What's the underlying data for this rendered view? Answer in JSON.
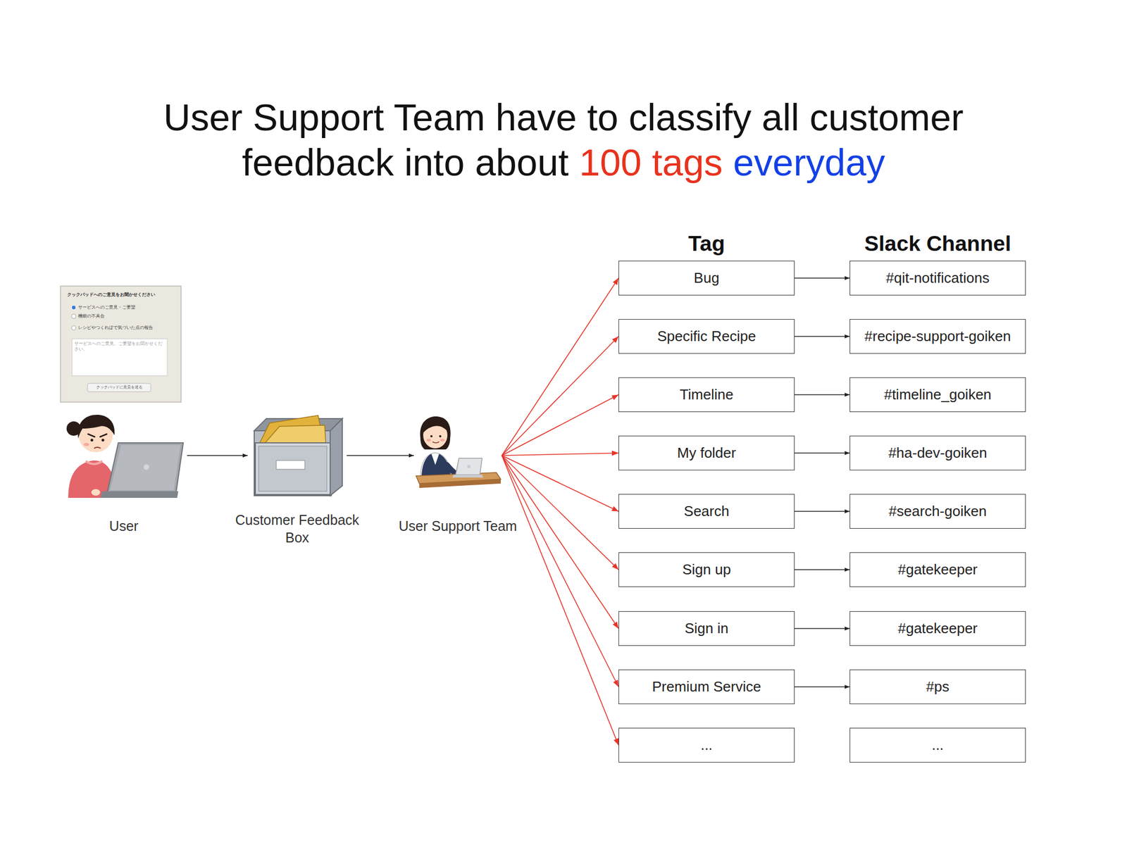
{
  "diagram": {
    "title": "User Support Team have to classify all customer feedback into about",
    "nodes": [
      {
        "text": [
          "User"
        ]
      },
      {
        "text": [
          "Customer Feedback Box"
        ]
      },
      {
        "text": [
          "User Support Team"
        ]
      },
      {
        "text": [
          "Bug"
        ]
      },
      {
        "text": [
          "#qit-notifications"
        ]
      },
      {
        "text": [
          "Specific Recipe"
        ]
      },
      {
        "text": [
          "#recipe-support-goiken"
        ]
      },
      {
        "text": [
          "Timeline"
        ]
      },
      {
        "text": [
          "#timeline_goiken"
        ]
      },
      {
        "text": [
          "My folder"
        ]
      },
      {
        "text": [
          "#ha-dev-goiken"
        ]
      },
      {
        "text": [
          "Search"
        ]
      },
      {
        "text": [
          "#search-goiken"
        ]
      },
      {
        "text": [
          "Sign up"
        ]
      },
      {
        "text": [
          "#gatekeeper"
        ]
      },
      {
        "text": [
          "Sign in"
        ]
      },
      {
        "text": [
          "#gatekeeper"
        ]
      },
      {
        "text": [
          "Premium Service"
        ]
      },
      {
        "text": [
          "#ps"
        ]
      },
      {
        "text": [
          "..."
        ]
      },
      {
        "text": [
          "..."
        ]
      }
    ],
    "edges": [
      {
        "from": 0,
        "to": 1,
        "arrow": "to"
      },
      {
        "from": 1,
        "to": 2,
        "arrow": "to"
      },
      {
        "from": 2,
        "to": 3,
        "arrow": "to"
      },
      {
        "from": 2,
        "to": 5,
        "arrow": "to"
      },
      {
        "from": 2,
        "to": 7,
        "arrow": "to"
      },
      {
        "from": 2,
        "to": 9,
        "arrow": "to"
      },
      {
        "from": 2,
        "to": 11,
        "arrow": "to"
      },
      {
        "from": 2,
        "to": 13,
        "arrow": "to"
      },
      {
        "from": 2,
        "to": 15,
        "arrow": "to"
      },
      {
        "from": 2,
        "to": 17,
        "arrow": "to"
      },
      {
        "from": 2,
        "to": 19,
        "arrow": "to"
      },
      {
        "from": 3,
        "to": 4,
        "arrow": "to"
      },
      {
        "from": 5,
        "to": 6,
        "arrow": "to"
      },
      {
        "from": 7,
        "to": 8,
        "arrow": "to"
      },
      {
        "from": 9,
        "to": 10,
        "arrow": "to"
      },
      {
        "from": 11,
        "to": 12,
        "arrow": "to"
      },
      {
        "from": 13,
        "to": 14,
        "arrow": "to"
      },
      {
        "from": 15,
        "to": 16,
        "arrow": "to"
      },
      {
        "from": 17,
        "to": 18,
        "arrow": "to"
      }
    ],
    "labels": [
      "100 tags",
      "everyday",
      "Tag",
      "Slack Channel",
      "クックパッドへのご意見をお聞かせください",
      "サービスへのご意見・ご要望",
      "機能の不具合",
      "レシピやつくれぽで気づいた点の報告",
      "サービスへのご意見、ご要望をお聞かせください。",
      "クックパッドに意見を送る"
    ]
  }
}
